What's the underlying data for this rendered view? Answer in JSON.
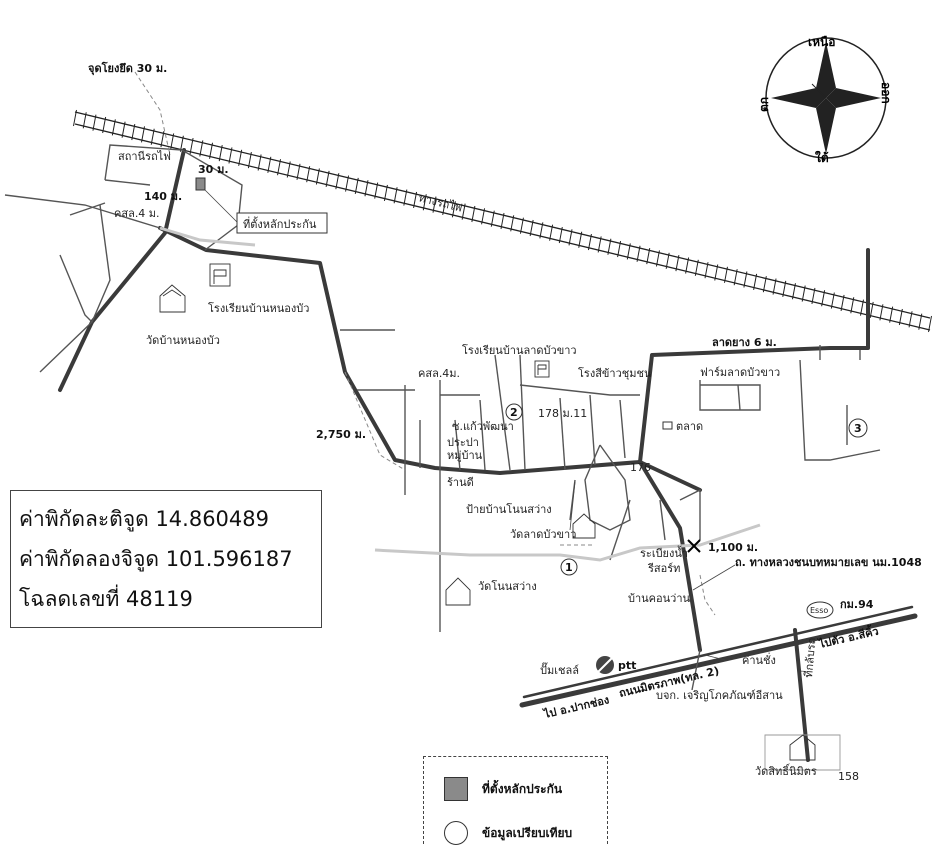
{
  "compass": {
    "north": "เหนือ",
    "south": "ใต้",
    "east": "ออก",
    "west": "ตก"
  },
  "coordinates": {
    "latitude": "ค่าพิกัดละติจูด 14.860489",
    "longitude": "ค่าพิกัดลองจิจูด 101.596187",
    "deed": "โฉลดเลขที่ 48119"
  },
  "legend": {
    "collateral_label": "ที่ตั้งหลักประกัน",
    "comparable_label": "ข้อมูลเปรียบเทียบ"
  },
  "labels": {
    "survey_point": "จุดโยงยึด 30 ม.",
    "station": "สถานีรถไฟ",
    "dist_30": "30 ม.",
    "dist_140": "140 ม.",
    "road_4m": "คสล.4 ม.",
    "collateral": "ที่ตั้งหลักประกัน",
    "railway": "ทางรถไฟ",
    "school_nongbua": "โรงเรียนบ้านหนองบัว",
    "temple_nongbua": "วัดบ้านหนองบัว",
    "school_latbuakhao": "โรงเรียนบ้านลาดบัวขาว",
    "rice_mill": "โรงสีข้าวชุมชน",
    "asphalt_6m": "ลาดยาง 6 ม.",
    "farm": "ฟาร์มลาดบัวขาว",
    "road_4m_b": "คสล.4ม.",
    "dist_2750": "2,750 ม.",
    "num_178": "178 ม.11",
    "market": "ตลาด",
    "num_176": "176",
    "shop": "ร้านดี",
    "sign_nonsawang": "ป้ายบ้านโนนสว่าง",
    "temple_latbuakhao": "วัดลาดบัวขาว",
    "water_1": "ระเบียงน้ำ",
    "water_2": "รีสอร์ท",
    "dist_1100": "1,100 ม.",
    "highway_1048": "ถ. ทางหลวงชนบทหมายเลข นม.1048",
    "ban_khon": "บ้านคอนว่าน",
    "temple_nonsawang": "วัดโนนสว่าง",
    "km94": "กม.94",
    "esso": "Esso",
    "to_sikhio": "ไปตัว อ.สีคิ้ว",
    "shell": "ปั๊มเชลล์",
    "ptt": "ptt",
    "highway_2": "ถนนมิตรภาพ(ทล. 2)",
    "shop_2": "ค่านชั่ง",
    "company": "บจก. เจริญโภคภัณฑ์อีสาน",
    "to_pakchong": "ไป อ.ปากช่อง",
    "temple_sinimit": "วัดสิทธิ์นิมิตร",
    "num_158": "158",
    "u_turn": "ที่กลับรถ",
    "pracha": "ประปา",
    "village": "หมู่บ้าน",
    "chongkaew": "ซ.แก้วพัฒนา",
    "circle1": "1",
    "circle2": "2",
    "circle3": "3"
  }
}
